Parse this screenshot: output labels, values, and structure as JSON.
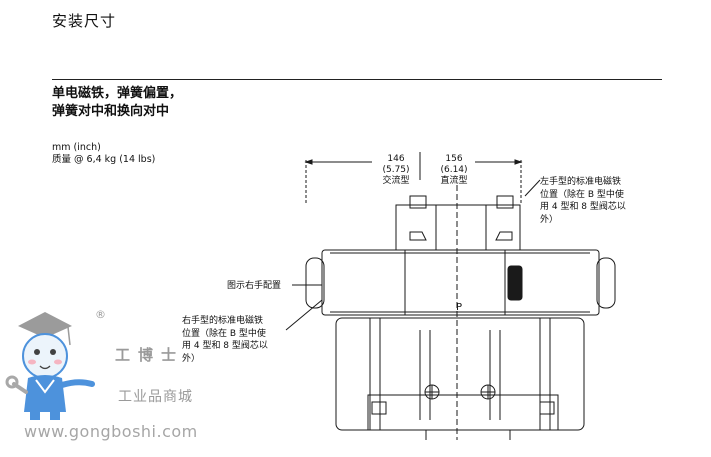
{
  "header": {
    "title": "安装尺寸"
  },
  "section": {
    "subtitle_line1": "单电磁铁，弹簧偏置，",
    "subtitle_line2": "弹簧对中和换向对中"
  },
  "specs": {
    "units": "mm (inch)",
    "weight": "质量 @ 6,4 kg (14 lbs)"
  },
  "dimensions": {
    "left": {
      "mm": "146",
      "inch": "(5.75)",
      "label": "交流型"
    },
    "right": {
      "mm": "156",
      "inch": "(6.14)",
      "label": "直流型"
    }
  },
  "labels": {
    "left_hand_lines": [
      "左手型的标准电磁铁",
      "位置（除在 B 型中使",
      "用 4 型和 8 型阀芯以",
      "外）"
    ],
    "right_hand_lines": [
      "右手型的标准电磁铁",
      "位置（除在 B 型中使",
      "用 4 型和 8 型阀芯以",
      "外）"
    ],
    "config": "图示右手配置",
    "port_p": "P"
  },
  "watermark": {
    "brand": "工博士",
    "registered": "®",
    "tagline": "工业品商城",
    "url": "www.gongboshi.com"
  },
  "colors": {
    "line": "#1a1a1a",
    "accent_blue": "#2f7fd6",
    "accent_pink": "#f4a9b8",
    "watermark_gray": "#9a9a9a"
  }
}
